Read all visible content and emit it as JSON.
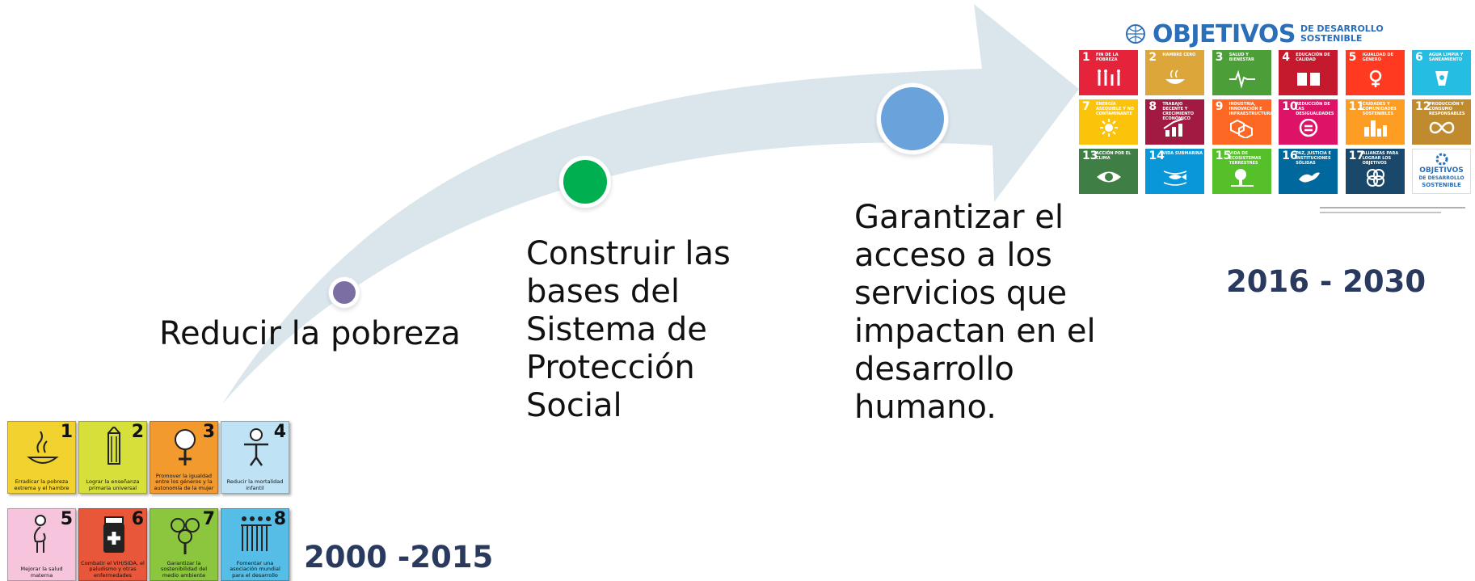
{
  "milestones": [
    {
      "text": "Reducir la pobreza",
      "color": "#7b6ea3"
    },
    {
      "text": "Construir las\nbases del\nSistema de\nProtección\nSocial",
      "color": "#00b050"
    },
    {
      "text": "Garantizar el\nacceso a los\nservicios que\nimpactan en el\ndesarrollo\nhumano.",
      "color": "#6aa2dc"
    }
  ],
  "periods": {
    "mdg": "2000 -2015",
    "sdg": "2016 - 2030"
  },
  "colors": {
    "arrow": "#dbe6ec",
    "year": "#2a3a5e"
  },
  "mdg_tiles": [
    {
      "number": "1",
      "caption": "Erradicar la pobreza extrema y el hambre",
      "color": "#f2d22e",
      "icon": "bowl-icon"
    },
    {
      "number": "2",
      "caption": "Lograr la enseñanza primaria universal",
      "color": "#d7e03a",
      "icon": "pencil-icon"
    },
    {
      "number": "3",
      "caption": "Promover la igualdad entre los géneros y la autonomía de la mujer",
      "color": "#f29a2e",
      "icon": "female-symbol-icon"
    },
    {
      "number": "4",
      "caption": "Reducir la mortalidad infantil",
      "color": "#bfe3f5",
      "icon": "child-icon"
    },
    {
      "number": "5",
      "caption": "Mejorar la salud materna",
      "color": "#f6c4dc",
      "icon": "pregnant-woman-icon"
    },
    {
      "number": "6",
      "caption": "Combatir el VIH/SIDA, el paludismo y otras enfermedades",
      "color": "#e8573a",
      "icon": "medicine-bottle-icon"
    },
    {
      "number": "7",
      "caption": "Garantizar la sostenibilidad del medio ambiente",
      "color": "#8cc63f",
      "icon": "tree-icon"
    },
    {
      "number": "8",
      "caption": "Fomentar una asociación mundial para el desarrollo",
      "color": "#55bde6",
      "icon": "people-group-icon"
    }
  ],
  "sdg": {
    "title_main": "OBJETIVOS",
    "title_sub_1": "DE DESARROLLO",
    "title_sub_2": "SOSTENIBLE",
    "tiles": [
      {
        "number": "1",
        "label": "FIN DE LA POBREZA",
        "color": "#e5243b",
        "icon": "family-icon"
      },
      {
        "number": "2",
        "label": "HAMBRE CERO",
        "color": "#dda63a",
        "icon": "bowl-icon"
      },
      {
        "number": "3",
        "label": "SALUD Y BIENESTAR",
        "color": "#4c9f38",
        "icon": "heartbeat-icon"
      },
      {
        "number": "4",
        "label": "EDUCACIÓN DE CALIDAD",
        "color": "#c5192d",
        "icon": "book-icon"
      },
      {
        "number": "5",
        "label": "IGUALDAD DE GÉNERO",
        "color": "#ff3a21",
        "icon": "gender-icon"
      },
      {
        "number": "6",
        "label": "AGUA LIMPIA Y SANEAMIENTO",
        "color": "#26bde2",
        "icon": "water-icon"
      },
      {
        "number": "7",
        "label": "ENERGÍA ASEQUIBLE Y NO CONTAMINANTE",
        "color": "#fcc30b",
        "icon": "sun-icon"
      },
      {
        "number": "8",
        "label": "TRABAJO DECENTE Y CRECIMIENTO ECONÓMICO",
        "color": "#a21942",
        "icon": "growth-chart-icon"
      },
      {
        "number": "9",
        "label": "INDUSTRIA, INNOVACIÓN E INFRAESTRUCTURA",
        "color": "#fd6925",
        "icon": "cubes-icon"
      },
      {
        "number": "10",
        "label": "REDUCCIÓN DE LAS DESIGUALDADES",
        "color": "#dd1367",
        "icon": "equal-icon"
      },
      {
        "number": "11",
        "label": "CIUDADES Y COMUNIDADES SOSTENIBLES",
        "color": "#fd9d24",
        "icon": "city-icon"
      },
      {
        "number": "12",
        "label": "PRODUCCIÓN Y CONSUMO RESPONSABLES",
        "color": "#bf8b2e",
        "icon": "infinity-icon"
      },
      {
        "number": "13",
        "label": "ACCIÓN POR EL CLIMA",
        "color": "#3f7e44",
        "icon": "eye-globe-icon"
      },
      {
        "number": "14",
        "label": "VIDA SUBMARINA",
        "color": "#0a97d9",
        "icon": "fish-icon"
      },
      {
        "number": "15",
        "label": "VIDA DE ECOSISTEMAS TERRESTRES",
        "color": "#56c02b",
        "icon": "tree-bird-icon"
      },
      {
        "number": "16",
        "label": "PAZ, JUSTICIA E INSTITUCIONES SÓLIDAS",
        "color": "#00689d",
        "icon": "dove-icon"
      },
      {
        "number": "17",
        "label": "ALIANZAS PARA LOGRAR LOS OBJETIVOS",
        "color": "#19486a",
        "icon": "rings-icon"
      }
    ],
    "logo_line_1": "OBJETIVOS",
    "logo_line_2": "DE DESARROLLO",
    "logo_line_3": "SOSTENIBLE"
  }
}
